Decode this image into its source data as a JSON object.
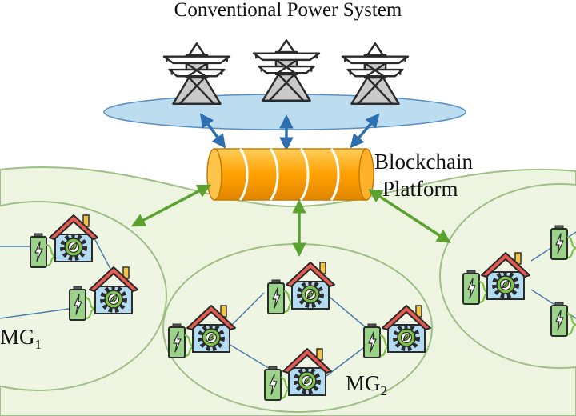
{
  "diagram": {
    "title": "Conventional Power System",
    "blockchain_label_line1": "Blockchain",
    "blockchain_label_line2": "Platform",
    "microgrids": [
      {
        "name": "MG",
        "index": "1"
      },
      {
        "name": "MG",
        "index": "2"
      }
    ]
  },
  "colors": {
    "region_fill": "#edf5e1",
    "region_stroke": "#9fbf86",
    "grid_ellipse": "#bcdcf0",
    "tower": "#333333",
    "blockchain": "#ffa000",
    "green_arrow": "#5ba12f",
    "blue_arrow": "#2d6fb0",
    "house_roof": "#e95b50",
    "house_wall": "#b3dcf2",
    "gear": "#7cc248",
    "battery": "#9bd28a",
    "link_line": "#4d7da8"
  },
  "icons": [
    "transmission-tower-icon",
    "blockchain-cylinder-icon",
    "smart-house-icon",
    "gear-leaf-icon",
    "battery-icon"
  ]
}
